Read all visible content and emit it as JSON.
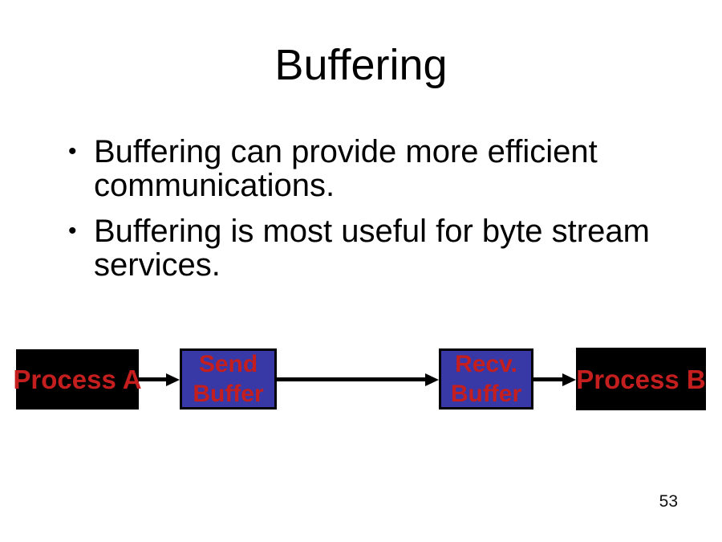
{
  "title": "Buffering",
  "bullet_glyph": "•",
  "bullets": [
    {
      "text": "Buffering can provide more efficient\ncommunications."
    },
    {
      "text": "Buffering is most useful for byte stream\nservices."
    }
  ],
  "diagram": {
    "process_a": "Process A",
    "send_buffer": "Send\nBuffer",
    "recv_buffer": "Recv.\nBuffer",
    "process_b": "Process B",
    "flow": [
      "Process A",
      "Send Buffer",
      "Recv. Buffer",
      "Process B"
    ]
  },
  "page_number": "53",
  "colors": {
    "background": "#FFFFFF",
    "text": "#000000",
    "process_box_fill": "#000000",
    "buffer_box_fill": "#3838A6",
    "buffer_box_border": "#000000",
    "label_red": "#C41E1E",
    "arrow": "#000000"
  }
}
